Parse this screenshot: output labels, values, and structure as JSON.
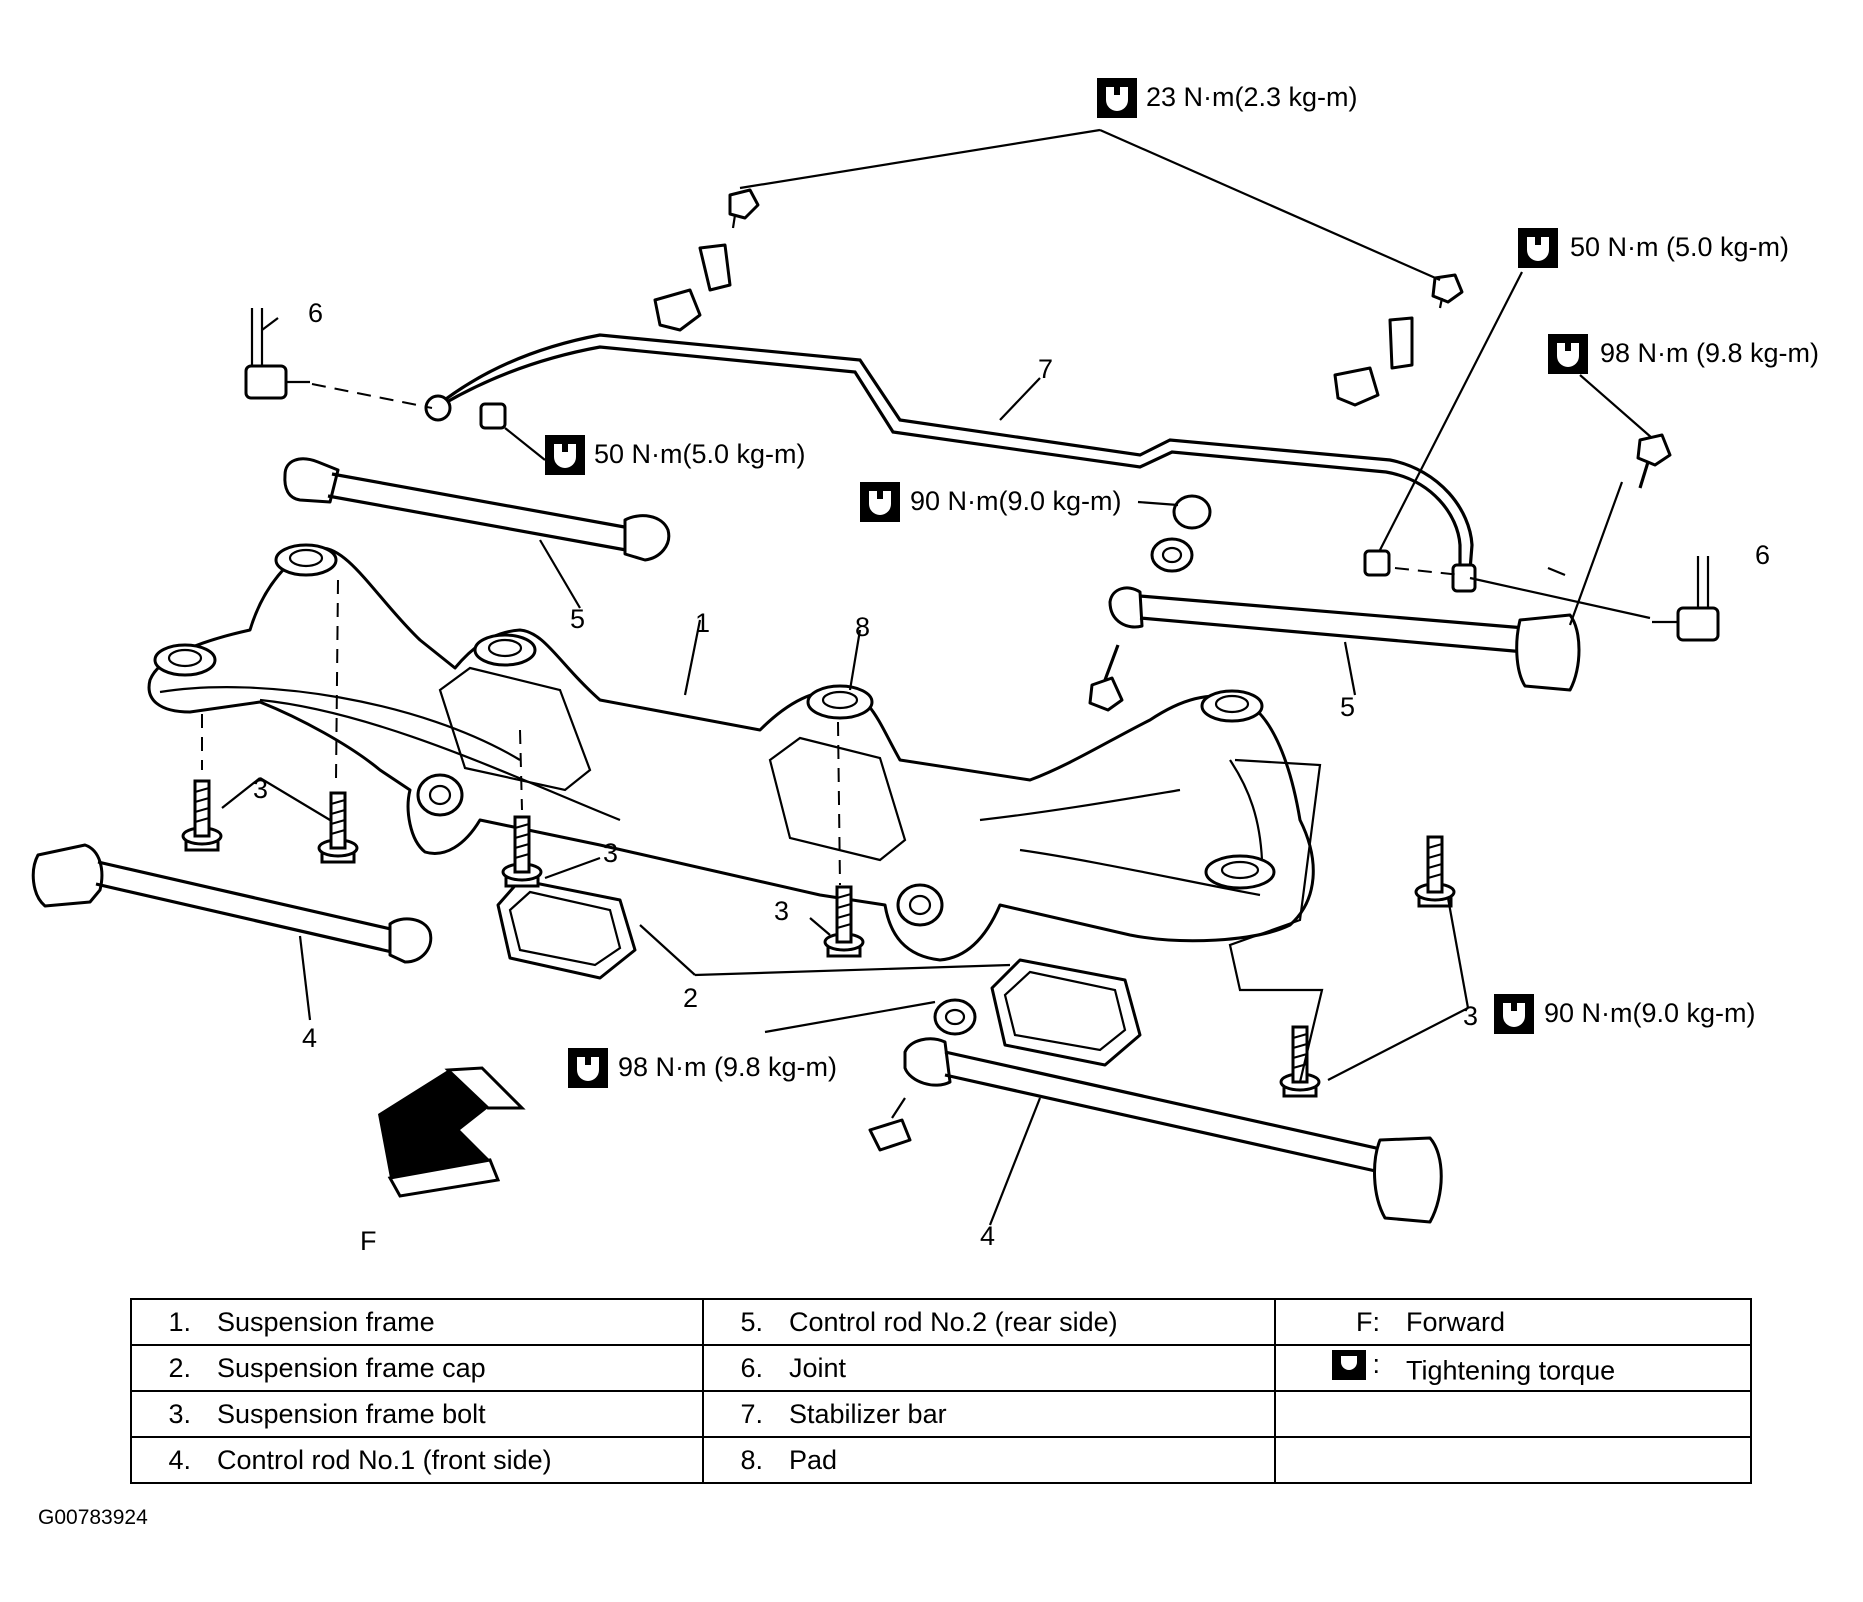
{
  "torque_specs": {
    "t23": "23 N·m(2.3 kg-m)",
    "t50_right": "50 N·m (5.0 kg-m)",
    "t98_right": "98 N·m (9.8 kg-m)",
    "t50_left": "50 N·m(5.0 kg-m)",
    "t90_upper": "90 N·m(9.0 kg-m)",
    "t90_lower": "90 N·m(9.0 kg-m)",
    "t98_lower": "98 N·m (9.8 kg-m)"
  },
  "callouts": {
    "c1": "1",
    "c2": "2",
    "c3": "3",
    "c4": "4",
    "c5": "5",
    "c6": "6",
    "c7": "7",
    "c8": "8",
    "f": "F"
  },
  "icons": {
    "torque": "torque-wrench-icon",
    "forward": "forward-arrow-icon"
  },
  "legend": {
    "rows": [
      {
        "a_num": "1.",
        "a_text": "Suspension frame",
        "b_num": "5.",
        "b_text": "Control rod No.2 (rear side)"
      },
      {
        "a_num": "2.",
        "a_text": "Suspension frame cap",
        "b_num": "6.",
        "b_text": "Joint"
      },
      {
        "a_num": "3.",
        "a_text": "Suspension frame bolt",
        "b_num": "7.",
        "b_text": "Stabilizer bar"
      },
      {
        "a_num": "4.",
        "a_text": "Control rod No.1 (front side)",
        "b_num": "8.",
        "b_text": "Pad"
      }
    ],
    "f_key": "F:",
    "f_text": "Forward",
    "t_key": ":",
    "t_text": "Tightening torque"
  },
  "figure_id": "G00783924"
}
